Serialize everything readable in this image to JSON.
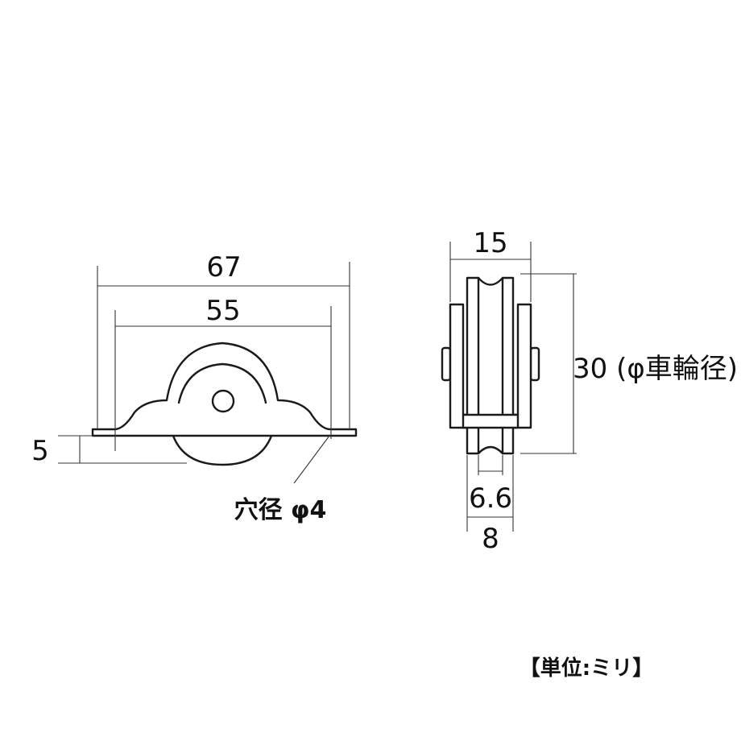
{
  "dimensions": {
    "overall_width": "67",
    "hole_pitch": "55",
    "bracket_offset": "5",
    "hole_label": "穴径 φ4",
    "side_width": "15",
    "wheel_diameter": "30 (φ車輪径)",
    "groove_width": "6.6",
    "wheel_width": "8"
  },
  "unit_note": "【単位:ミリ】"
}
